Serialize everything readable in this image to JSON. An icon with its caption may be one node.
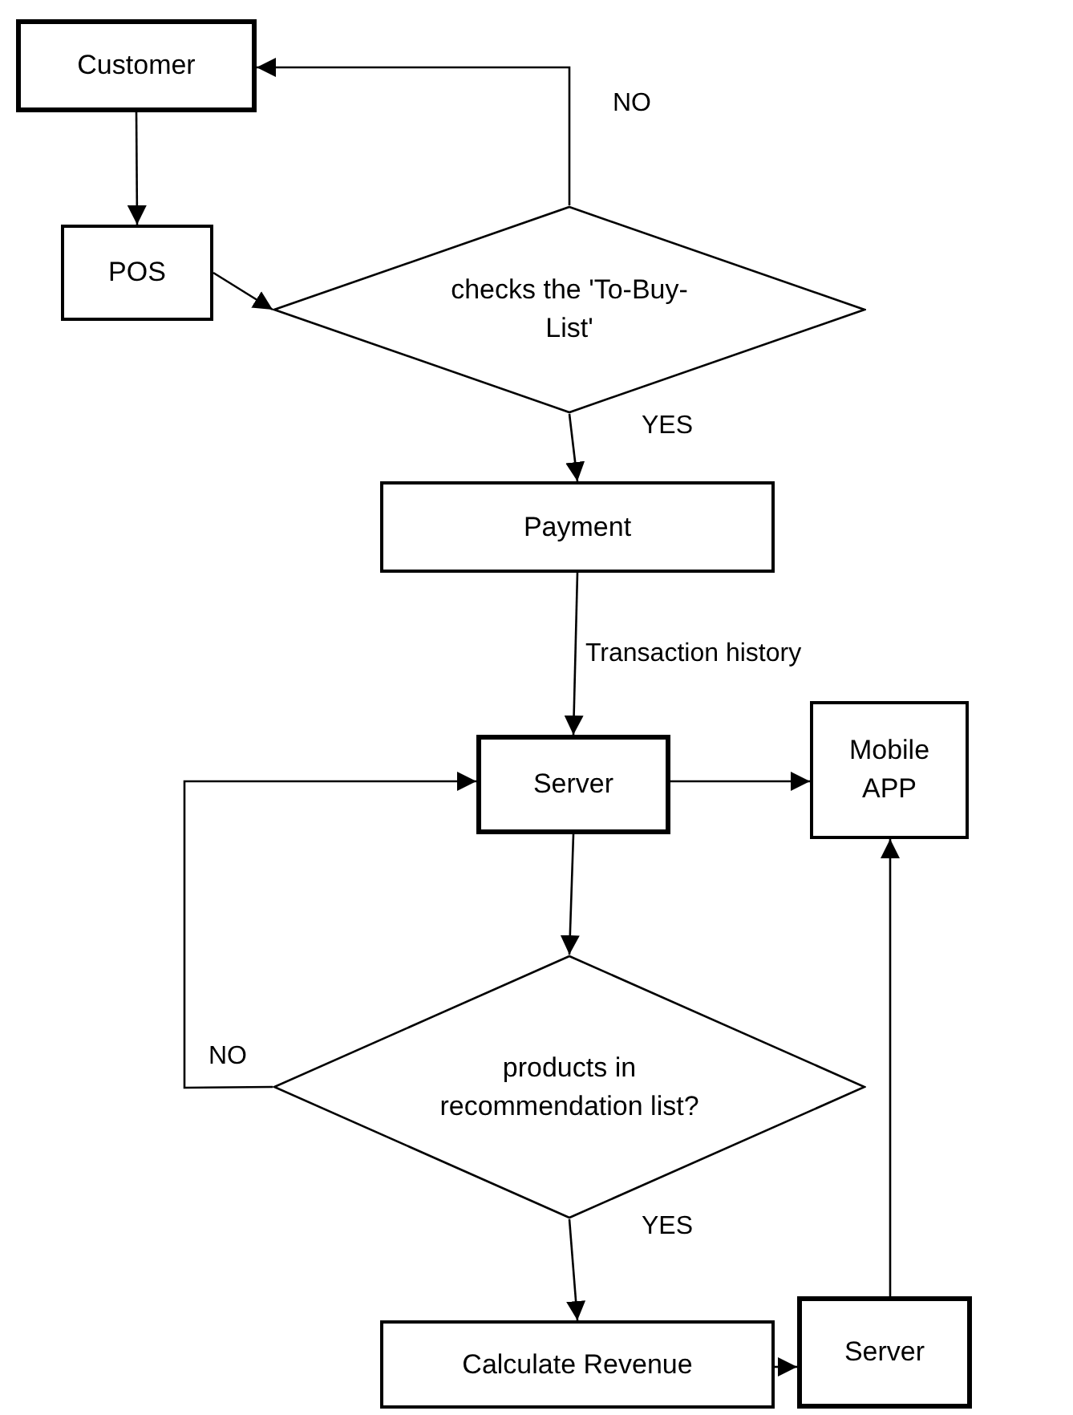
{
  "diagram": {
    "nodes": [
      {
        "text": [
          "Customer"
        ]
      },
      {
        "text": [
          "POS"
        ]
      },
      {
        "text": [
          "checks the 'To-Buy-List'"
        ]
      },
      {
        "text": [
          "Payment"
        ]
      },
      {
        "text": [
          "Server"
        ]
      },
      {
        "text": [
          "Mobile APP"
        ]
      },
      {
        "text": [
          "products in recommendation list?"
        ]
      },
      {
        "text": [
          "Calculate Revenue"
        ]
      },
      {
        "text": [
          "Server"
        ]
      }
    ],
    "edges": [
      {
        "from": 0,
        "to": 1,
        "arrow": "to"
      },
      {
        "from": 1,
        "to": 2,
        "arrow": "to"
      },
      {
        "from": 2,
        "to": 0,
        "arrow": "to",
        "label": "NO"
      },
      {
        "from": 2,
        "to": 3,
        "arrow": "to",
        "label": "YES"
      },
      {
        "from": 3,
        "to": 4,
        "arrow": "to",
        "label": "Transaction history"
      },
      {
        "from": 4,
        "to": 5,
        "arrow": "to"
      },
      {
        "from": 4,
        "to": 6,
        "arrow": "to"
      },
      {
        "from": 6,
        "to": 4,
        "arrow": "to",
        "label": "NO"
      },
      {
        "from": 6,
        "to": 7,
        "arrow": "to",
        "label": "YES"
      },
      {
        "from": 7,
        "to": 8,
        "arrow": "to"
      },
      {
        "from": 8,
        "to": 5,
        "arrow": "to"
      }
    ]
  }
}
